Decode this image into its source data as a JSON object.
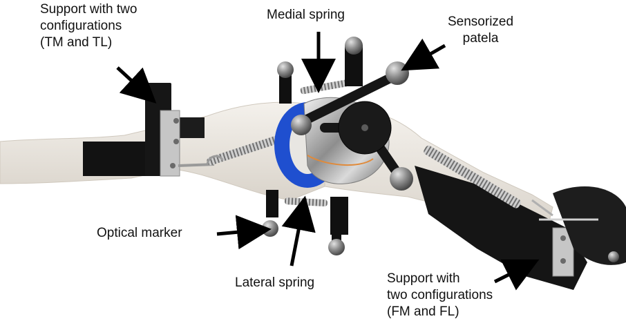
{
  "labels": {
    "support_tm": [
      "Support with two",
      "configurations",
      "(TM and TL)"
    ],
    "medial_spring": "Medial spring",
    "sensorized_patela": [
      "Sensorized",
      "patela"
    ],
    "optical_marker": "Optical marker",
    "lateral_spring": "Lateral spring",
    "support_fm": [
      "Support with",
      "two configurations",
      "(FM and FL)"
    ]
  },
  "colors": {
    "background": "#ffffff",
    "label_text": "#111111",
    "arrow": "#000000",
    "leg_skin": "#ece8e2",
    "metal_black": "#141414",
    "patella_plate": "#1a1a1a",
    "blue_cartilage": "#1f4fcf",
    "chrome": "#b9b9b9",
    "marker_gray": "#7e7e7e",
    "spring": "#a8a8a8",
    "aluminum": "#c8c8c8"
  }
}
